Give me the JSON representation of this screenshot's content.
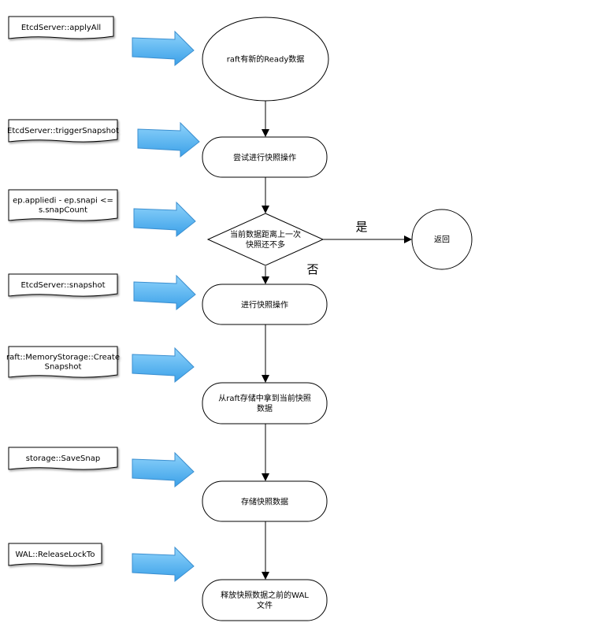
{
  "notes": [
    {
      "lines": [
        "EtcdServer::applyAll"
      ]
    },
    {
      "lines": [
        "EtcdServer::triggerSnapshot"
      ]
    },
    {
      "lines": [
        "ep.appliedi - ep.snapi <=",
        "s.snapCount"
      ]
    },
    {
      "lines": [
        "EtcdServer::snapshot"
      ]
    },
    {
      "lines": [
        "raft::MemoryStorage::Create",
        "Snapshot"
      ]
    },
    {
      "lines": [
        "storage::SaveSnap"
      ]
    },
    {
      "lines": [
        "WAL::ReleaseLockTo"
      ]
    }
  ],
  "nodes": {
    "start": {
      "lines": [
        "raft有新的Ready数据"
      ]
    },
    "try_snapshot": {
      "lines": [
        "尝试进行快照操作"
      ]
    },
    "decision": {
      "lines": [
        "当前数据距离上一次",
        "快照还不多"
      ]
    },
    "return": {
      "lines": [
        "返回"
      ]
    },
    "do_snapshot": {
      "lines": [
        "进行快照操作"
      ]
    },
    "get_data": {
      "lines": [
        "从raft存储中拿到当前快照",
        "数据"
      ]
    },
    "save": {
      "lines": [
        "存储快照数据"
      ]
    },
    "release": {
      "lines": [
        "释放快照数据之前的WAL",
        "文件"
      ]
    }
  },
  "edge_labels": {
    "yes": "是",
    "no": "否"
  },
  "colors": {
    "arrow_fill_top": "#8fd3fb",
    "arrow_fill_bottom": "#3aa0e8",
    "arrow_stroke": "#3b8fd0",
    "shape_stroke": "#000000",
    "note_fold": "#dddddd"
  }
}
